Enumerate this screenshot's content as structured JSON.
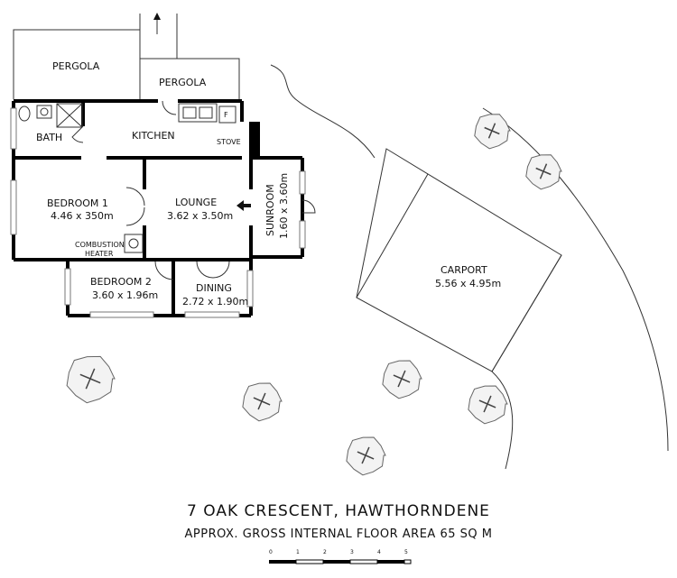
{
  "rooms": {
    "pergola_left": "PERGOLA",
    "pergola_right": "PERGOLA",
    "bath": "BATH",
    "kitchen": "KITCHEN",
    "stove": "STOVE",
    "fridge": "F",
    "bedroom1_name": "BEDROOM 1",
    "bedroom1_dims": "4.46 x 350m",
    "lounge_name": "LOUNGE",
    "lounge_dims": "3.62 x 3.50m",
    "sunroom_name": "SUNROOM",
    "sunroom_dims": "1.60 x 3.60m",
    "combustion_1": "COMBUSTION",
    "combustion_2": "HEATER",
    "bedroom2_name": "BEDROOM 2",
    "bedroom2_dims": "3.60 x 1.96m",
    "dining_name": "DINING",
    "dining_dims": "2.72 x 1.90m",
    "carport_name": "CARPORT",
    "carport_dims": "5.56 x 4.95m"
  },
  "title": {
    "address": "7 OAK CRESCENT, HAWTHORNDENE",
    "area": "APPROX. GROSS INTERNAL FLOOR AREA  65 SQ M"
  },
  "scale": {
    "ticks": [
      "0",
      "1",
      "2",
      "3",
      "4",
      "5"
    ]
  },
  "colors": {
    "walls": "#000000",
    "lines": "#333333",
    "background": "#ffffff"
  }
}
